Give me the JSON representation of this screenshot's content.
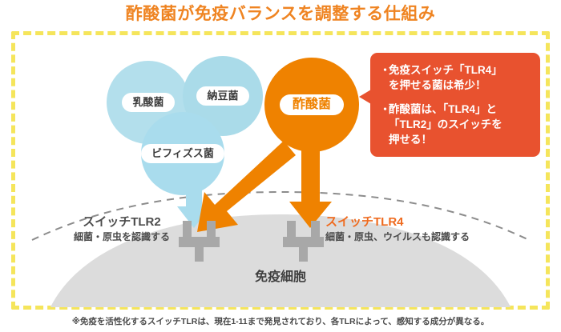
{
  "title": "酢酸菌が免疫バランスを調整する仕組み",
  "colors": {
    "title_orange": "#ef8422",
    "frame_yellow": "#f5e55b",
    "bacteria_blue": "#b3dfec",
    "acetic_orange": "#ef8200",
    "callout_red": "#e8522f",
    "cell_gray": "#d9d9d9",
    "receptor_gray": "#a8a8a8",
    "text_dark": "#3c3c3c",
    "tlr4_orange": "#ef6b1f"
  },
  "bacteria": {
    "lactic": {
      "label": "乳酸菌"
    },
    "natto": {
      "label": "納豆菌"
    },
    "bifidus": {
      "label": "ビフィズス菌"
    },
    "acetic": {
      "label": "酢酸菌"
    }
  },
  "callout": {
    "bullet_marker": "・",
    "items": [
      "免疫スイッチ「TLR4」を押せる菌は希少！",
      "酢酸菌は、「TLR4」と「TLR2」のスイッチを押せる！"
    ],
    "items_lines": [
      [
        "免疫スイッチ「TLR4」",
        "を押せる菌は希少！"
      ],
      [
        "酢酸菌は、「TLR4」と",
        "「TLR2」のスイッチを",
        "押せる！"
      ]
    ]
  },
  "receptors": {
    "tlr2": {
      "name": "スイッチTLR2",
      "description": "細菌・原虫を認識する"
    },
    "tlr4": {
      "name": "スイッチTLR4",
      "description": "細菌・原虫、ウイルスも認識する"
    }
  },
  "cell": {
    "label": "免疫細胞"
  },
  "footnote": "※免疫を活性化するスイッチTLRは、現在1-11まで発見されており、各TLRによって、感知する成分が異なる。"
}
